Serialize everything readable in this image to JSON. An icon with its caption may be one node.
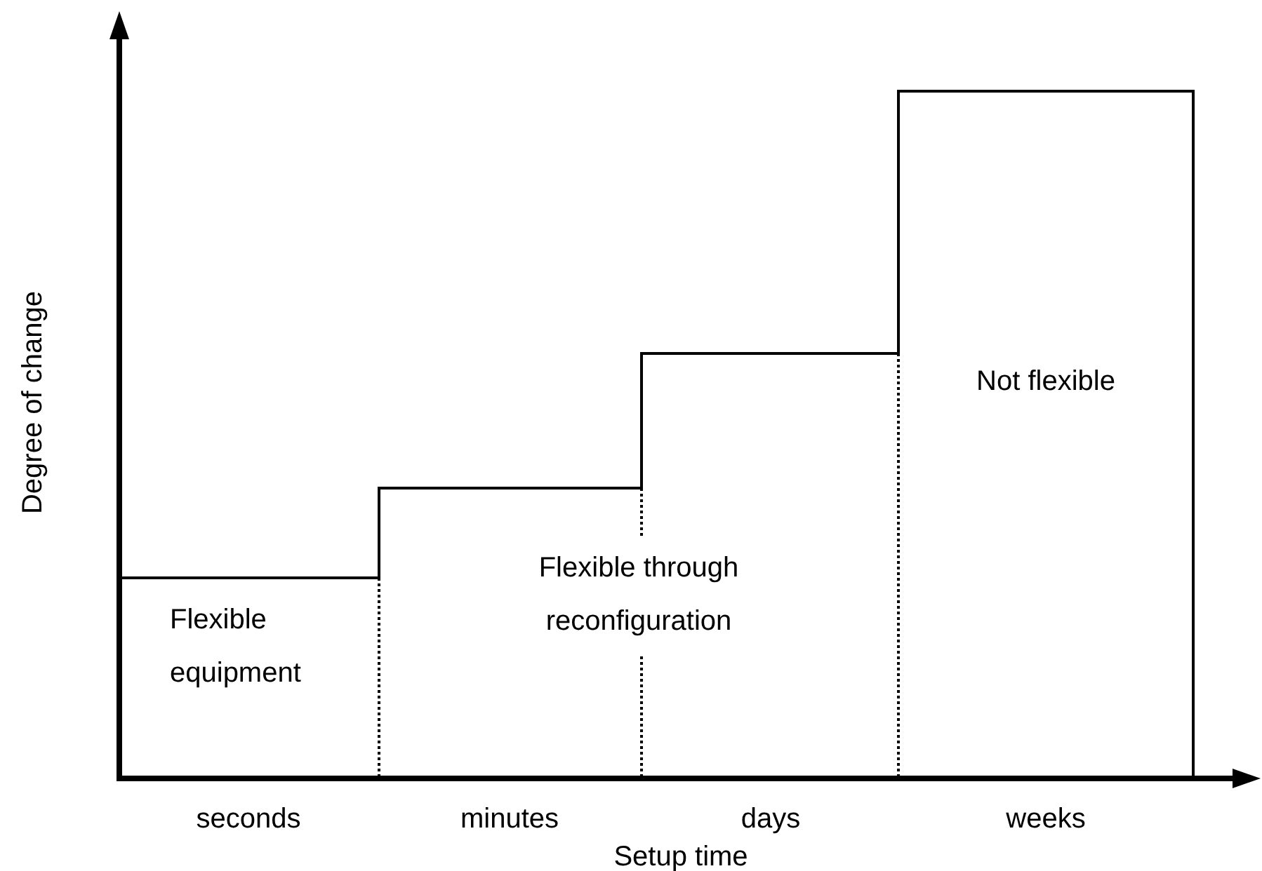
{
  "diagram": {
    "nodes": [
      {
        "text": [
          "Flexible equipment"
        ]
      },
      {
        "text": [
          "Flexible through reconfiguration"
        ]
      },
      {
        "text": [
          "Not flexible"
        ]
      }
    ],
    "labels": [
      "Degree of change",
      "seconds",
      "minutes",
      "days",
      "weeks",
      "Setup time"
    ]
  }
}
